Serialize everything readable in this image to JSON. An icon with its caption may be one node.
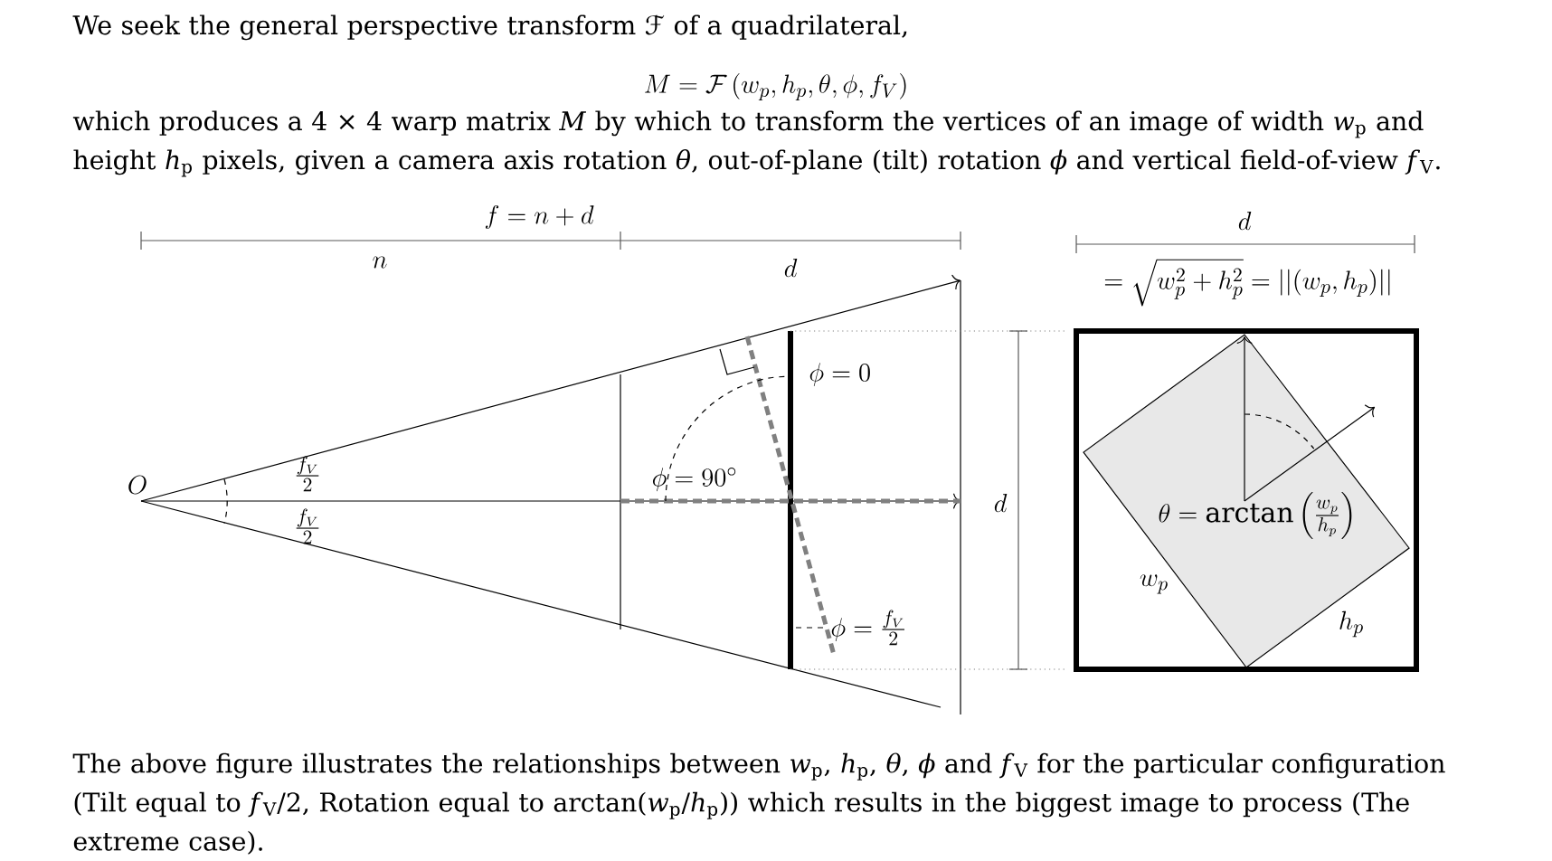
{
  "diagram": {
    "labels": [
      "We seek the general perspective transform ℱ of a quadrilateral,",
      "M = \\mathcal{F}\\left(w_p, h_p, \\theta, \\phi, f_V\\right)",
      "which produces a 4 × 4 warp matrix *M* by which to transform the vertices of an image of width *w*$_{p}$ and height *h*$_{p}$ pixels, given a camera axis rotation *θ*, out-of-plane (tilt) rotation *ϕ* and vertical field-of-view *f*$_{V}$.",
      "f = n + d",
      "d",
      "n",
      "d",
      "= \\sqrt{w_p^2 + h_p^2} = ||(w_p, h_p)||",
      "\\phi = 0",
      "O",
      "\\frac{f_V}{2}",
      "\\phi = 90^\\circ",
      "d",
      "\\theta = \\arctan\\left(\\frac{w_p}{h_p}\\right)",
      "\\frac{f_V}{2}",
      "w_p",
      "h_p",
      "\\phi = \\frac{f_V}{2}"
    ],
    "caption": "The above figure illustrates the relationships between *w*$_{p}$, *h*$_{p}$, *θ*, *ϕ* and *f*$_{V}$ for the particular configuration (Tilt equal to *f*$_{V}$/2, Rotation equal to arctan(*w*$_{p}$/*h*$_{p}$)) which results in the biggest image to process (The extreme case)."
  }
}
